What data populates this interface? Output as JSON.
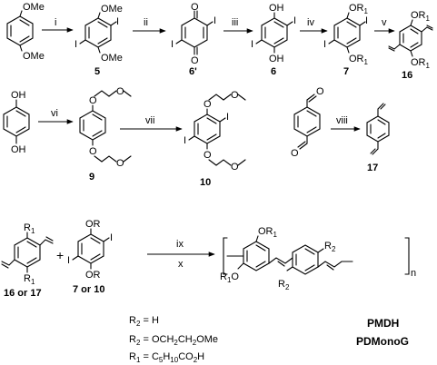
{
  "atoms": {
    "ome": "OMe",
    "i": "I",
    "o": "O",
    "oh": "OH",
    "or": "OR",
    "r": "R",
    "one": "1",
    "two": "2",
    "plus": "+",
    "n": "n"
  },
  "steps": [
    "i",
    "ii",
    "iii",
    "iv",
    "v",
    "vi",
    "vii",
    "viii",
    "ix",
    "x"
  ],
  "compounds": {
    "c5": "5",
    "c6p": "6'",
    "c6": "6",
    "c7": "7",
    "c16": "16",
    "c9": "9",
    "c10": "10",
    "c17": "17",
    "c16or17": "16 or 17",
    "c7or10": "7 or 10"
  },
  "legend": {
    "r2_h": "R2 = H",
    "r2_ome": "R2 = OCH2CH2OMe",
    "r1": "R1 = C5H10CO2H"
  },
  "polymers": [
    "PMDH",
    "PDMonoG"
  ]
}
